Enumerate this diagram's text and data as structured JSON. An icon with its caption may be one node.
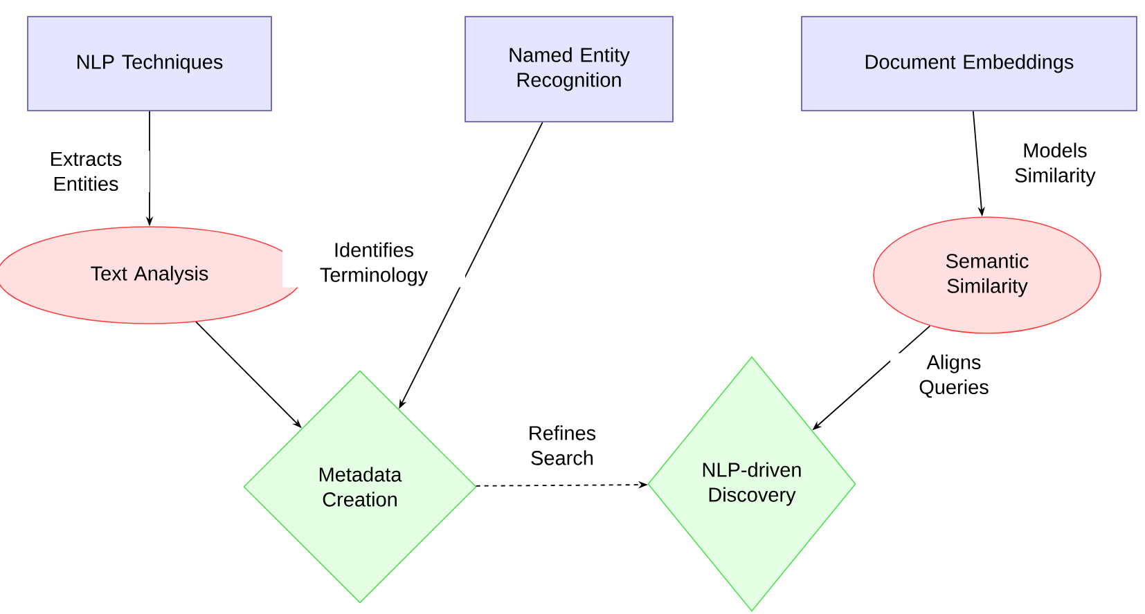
{
  "diagram": {
    "nodes": [
      {
        "text": [
          "NLP Techniques"
        ]
      },
      {
        "text": [
          "Named Entity Recognition"
        ]
      },
      {
        "text": [
          "Document Embeddings"
        ]
      },
      {
        "text": [
          "Text Analysis"
        ]
      },
      {
        "text": [
          "Semantic Similarity"
        ]
      },
      {
        "text": [
          "Metadata Creation"
        ]
      },
      {
        "text": [
          "NLP-driven Discovery"
        ]
      }
    ],
    "edges": [
      {
        "from": 0,
        "to": 3,
        "arrow": "to",
        "label": "Extracts Entities"
      },
      {
        "from": 1,
        "to": 5,
        "arrow": "to",
        "label": "Identifies Terminology"
      },
      {
        "from": 3,
        "to": 5,
        "arrow": "to"
      },
      {
        "from": 2,
        "to": 4,
        "arrow": "to",
        "label": "Models Similarity"
      },
      {
        "from": 4,
        "to": 6,
        "arrow": "to",
        "label": "Aligns Queries"
      },
      {
        "from": 5,
        "to": 6,
        "arrow": "to",
        "label": "Refines Search",
        "style": "dashed"
      }
    ]
  }
}
